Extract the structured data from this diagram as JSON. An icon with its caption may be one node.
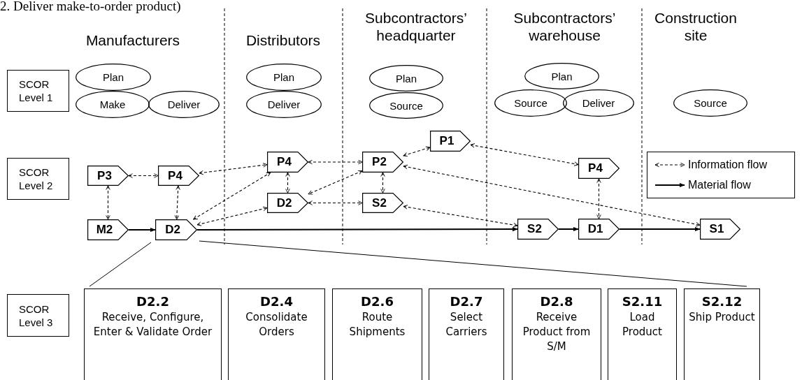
{
  "diagram": {
    "nodes": [
      {
        "text": [
          "SCOR Level 1"
        ]
      },
      {
        "text": [
          "Plan"
        ]
      },
      {
        "text": [
          "Make"
        ]
      },
      {
        "text": [
          "Deliver"
        ]
      },
      {
        "text": [
          "Plan"
        ]
      },
      {
        "text": [
          "Deliver"
        ]
      },
      {
        "text": [
          "Plan"
        ]
      },
      {
        "text": [
          "Source"
        ]
      },
      {
        "text": [
          "Plan"
        ]
      },
      {
        "text": [
          "Source"
        ]
      },
      {
        "text": [
          "Deliver"
        ]
      },
      {
        "text": [
          "Source"
        ]
      },
      {
        "text": [
          "SCOR Level 2"
        ]
      },
      {
        "text": [
          "P3"
        ]
      },
      {
        "text": [
          "P4"
        ]
      },
      {
        "text": [
          "P4"
        ]
      },
      {
        "text": [
          "P2"
        ]
      },
      {
        "text": [
          "P1"
        ]
      },
      {
        "text": [
          "P4"
        ]
      },
      {
        "text": [
          "D2"
        ]
      },
      {
        "text": [
          "S2"
        ]
      },
      {
        "text": [
          "M2"
        ]
      },
      {
        "text": [
          "D2"
        ]
      },
      {
        "text": [
          "S2"
        ]
      },
      {
        "text": [
          "D1"
        ]
      },
      {
        "text": [
          "S1"
        ]
      },
      {
        "text": [
          "SCOR Level 3"
        ]
      },
      {
        "text": [
          "D2.2",
          "Receive, Configure, Enter & Validate Order"
        ]
      },
      {
        "text": [
          "D2.4",
          "Consolidate Orders"
        ]
      },
      {
        "text": [
          "D2.6",
          "Route Shipments"
        ]
      },
      {
        "text": [
          "D2.7",
          "Select Carriers"
        ]
      },
      {
        "text": [
          "D2.8",
          "Receive Product from S/M"
        ]
      },
      {
        "text": [
          "S2.11",
          "Load Product"
        ]
      },
      {
        "text": [
          "S2.12",
          "Ship Product"
        ]
      }
    ],
    "edges": [
      {
        "from": 13,
        "to": 14,
        "arrow": "both",
        "style": "dashed"
      },
      {
        "from": 13,
        "to": 21,
        "arrow": "both",
        "style": "dashed"
      },
      {
        "from": 14,
        "to": 22,
        "arrow": "both",
        "style": "dashed"
      },
      {
        "from": 14,
        "to": 15,
        "arrow": "both",
        "style": "dashed"
      },
      {
        "from": 22,
        "to": 15,
        "arrow": "both",
        "style": "dashed"
      },
      {
        "from": 22,
        "to": 19,
        "arrow": "both",
        "style": "dashed"
      },
      {
        "from": 15,
        "to": 16,
        "arrow": "both",
        "style": "dashed"
      },
      {
        "from": 15,
        "to": 19,
        "arrow": "both",
        "style": "dashed"
      },
      {
        "from": 16,
        "to": 19,
        "arrow": "both",
        "style": "dashed"
      },
      {
        "from": 16,
        "to": 20,
        "arrow": "both",
        "style": "dashed"
      },
      {
        "from": 19,
        "to": 20,
        "arrow": "both",
        "style": "dashed"
      },
      {
        "from": 16,
        "to": 17,
        "arrow": "both",
        "style": "dashed"
      },
      {
        "from": 17,
        "to": 18,
        "arrow": "both",
        "style": "dashed"
      },
      {
        "from": 16,
        "to": 25,
        "arrow": "both",
        "style": "dashed"
      },
      {
        "from": 20,
        "to": 23,
        "arrow": "both",
        "style": "dashed"
      },
      {
        "from": 18,
        "to": 24,
        "arrow": "both",
        "style": "dashed"
      },
      {
        "from": 21,
        "to": 22,
        "arrow": "to"
      },
      {
        "from": 22,
        "to": 23,
        "arrow": "to"
      },
      {
        "from": 23,
        "to": 24,
        "arrow": "to"
      },
      {
        "from": 24,
        "to": 25,
        "arrow": "to"
      }
    ],
    "labels": [
      "2. Deliver make-to-order product)",
      "Manufacturers",
      "Distributors",
      "Subcontractors’ headquarter",
      "Subcontractors’ warehouse",
      "Construction site"
    ],
    "legend": [
      {
        "text": "Information flow"
      },
      {
        "text": "Material flow"
      }
    ]
  }
}
